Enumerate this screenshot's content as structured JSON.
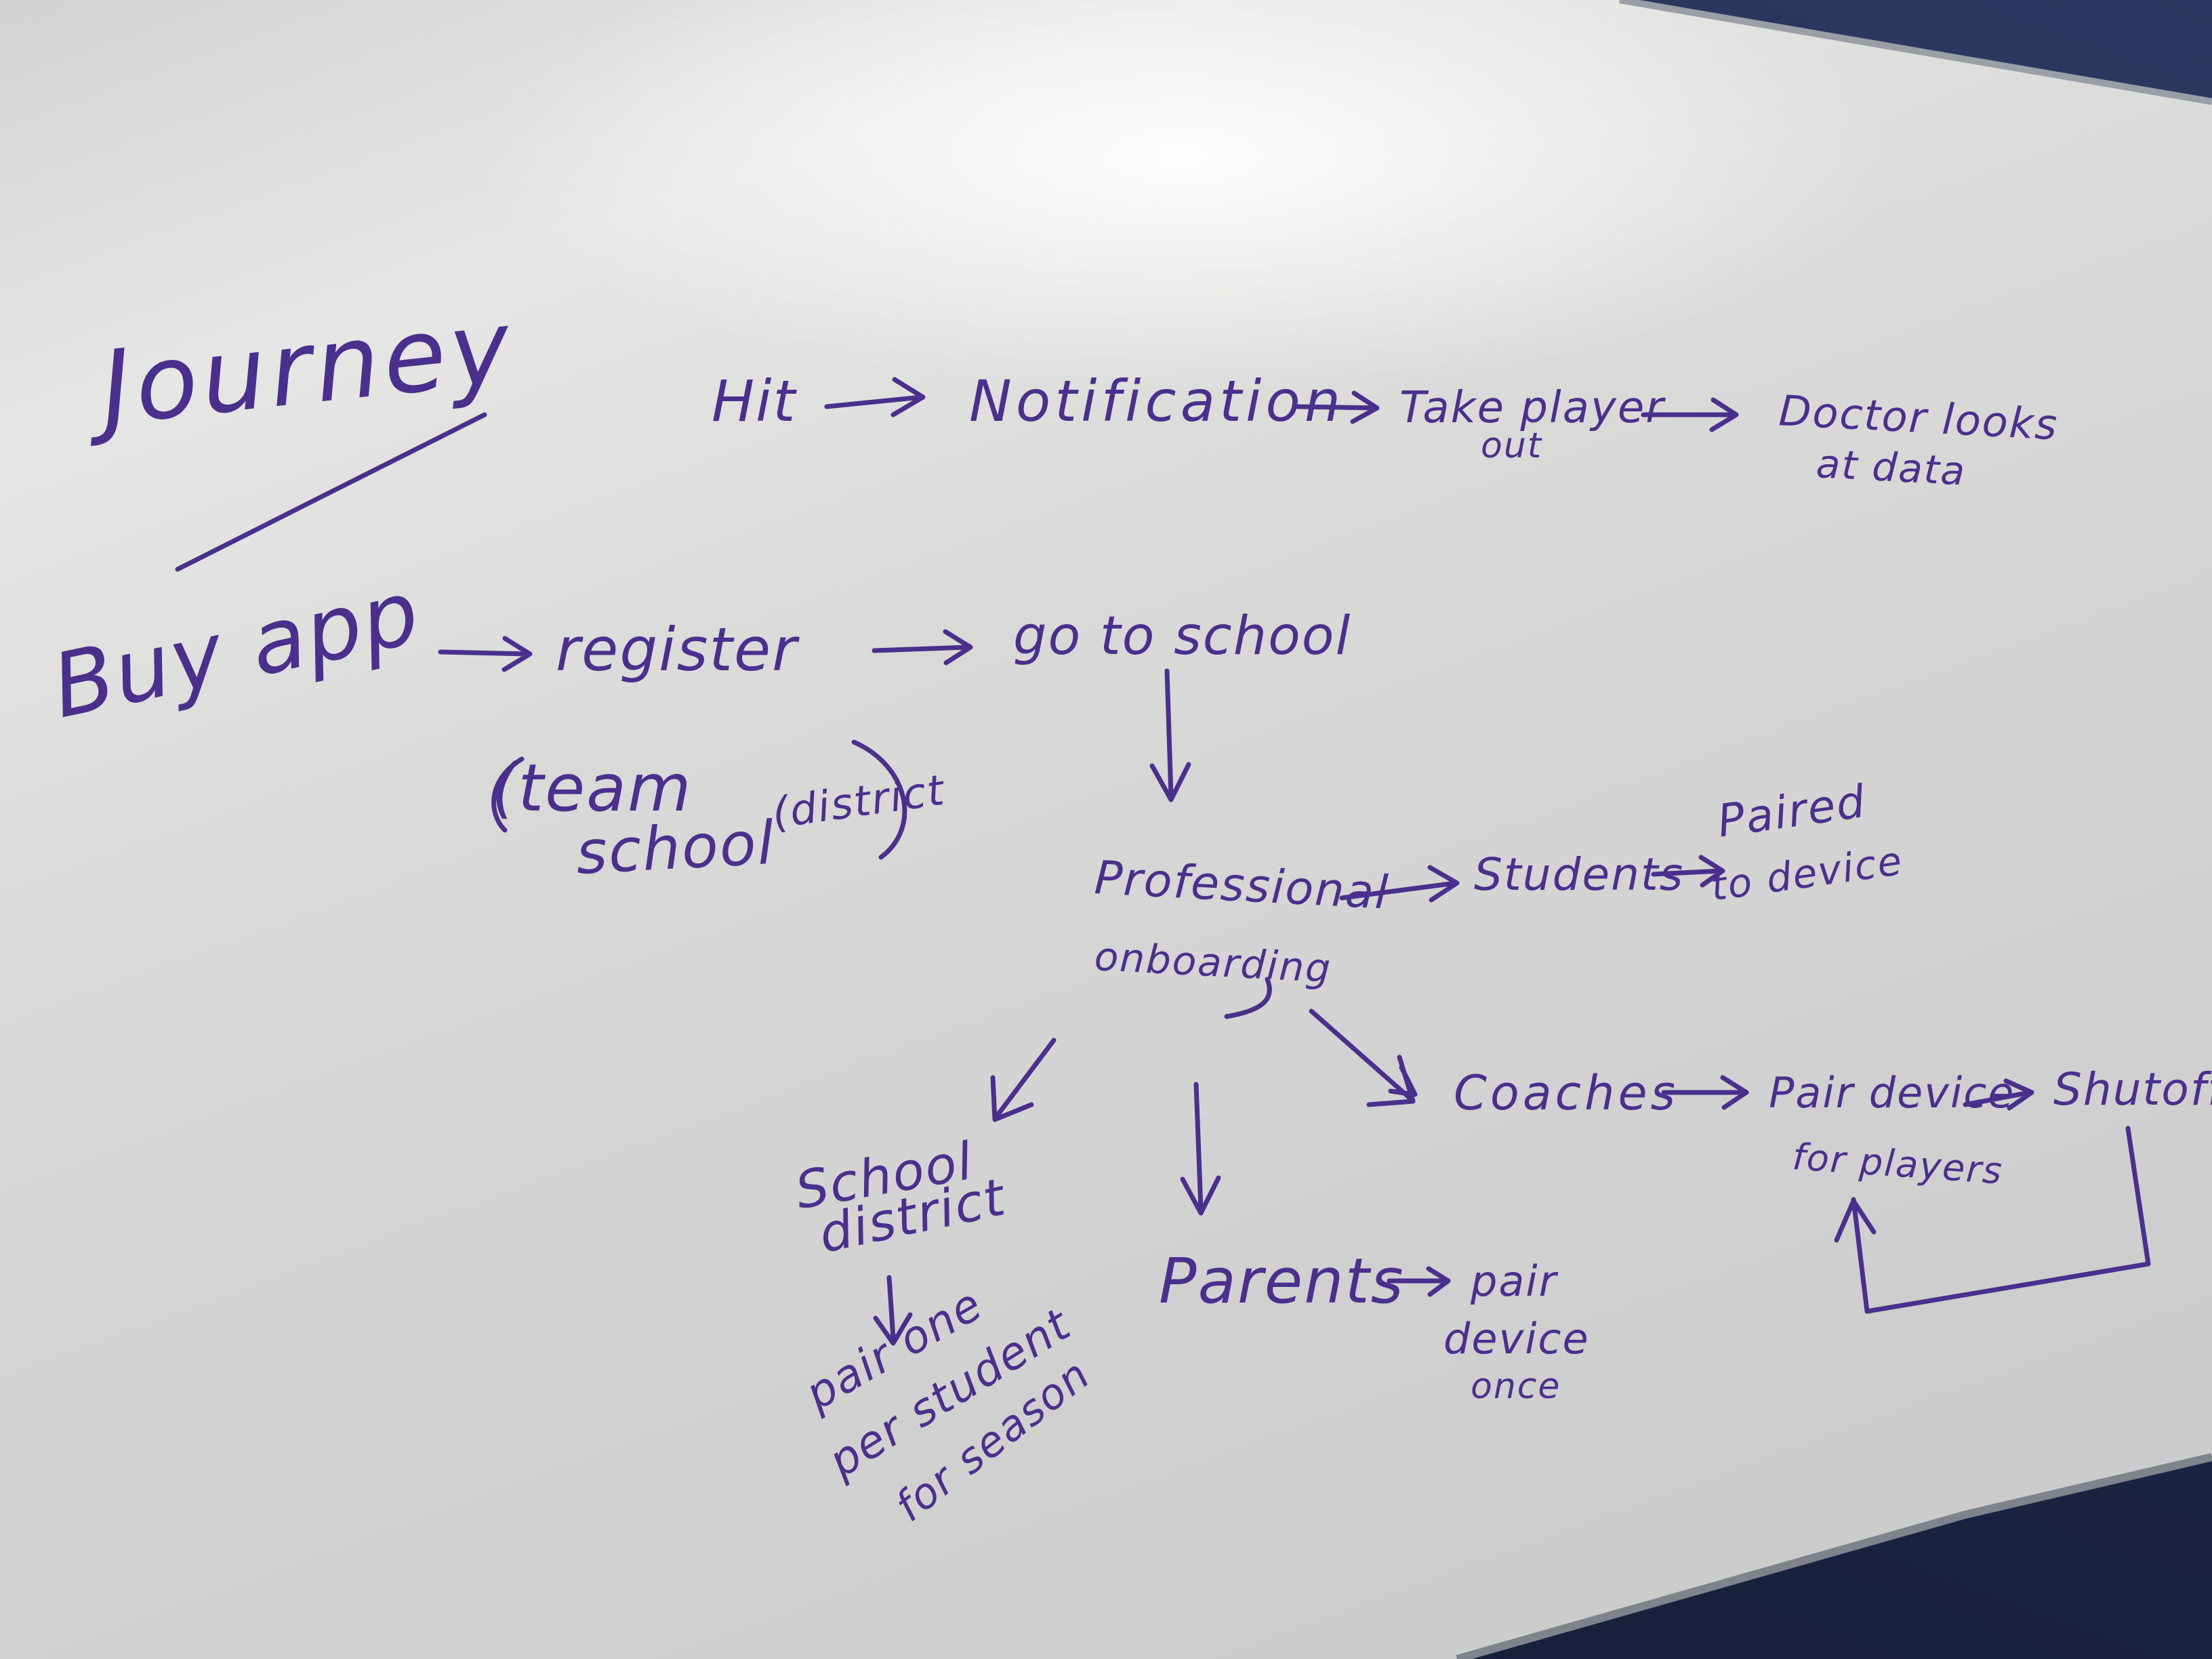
{
  "whiteboard": {
    "ink_color": "#4b2f8c",
    "heading": "Journey",
    "flow_top": {
      "hit": "Hit",
      "notification": "Notification",
      "take_player_out": "Take player",
      "take_player_out_2": "out",
      "doctor_looks": "Doctor looks",
      "doctor_looks_2": "at data"
    },
    "flow_main": {
      "buy_app": "Buy app",
      "register": "register",
      "team_line1": "(team",
      "team_line2": "school",
      "team_line2_paren": "(district",
      "go_to_school": "go to school",
      "professional_onboarding": "Professional",
      "professional_onboarding_2": "onboarding",
      "students": "Students",
      "paired_to_device": "Paired",
      "paired_to_device_2": "to device",
      "coaches": "Coaches",
      "pair_device_for_players": "Pair device",
      "pair_device_for_players_2": "for players",
      "shutoff": "Shutoff",
      "school_district": "School",
      "school_district_2": "district",
      "pair_one_per_student": "pair one",
      "pair_one_per_student_2": "per student",
      "pair_one_per_student_3": "for season",
      "parents": "Parents",
      "pair_device_once": "pair",
      "pair_device_once_2": "device",
      "pair_device_once_3": "once"
    }
  }
}
